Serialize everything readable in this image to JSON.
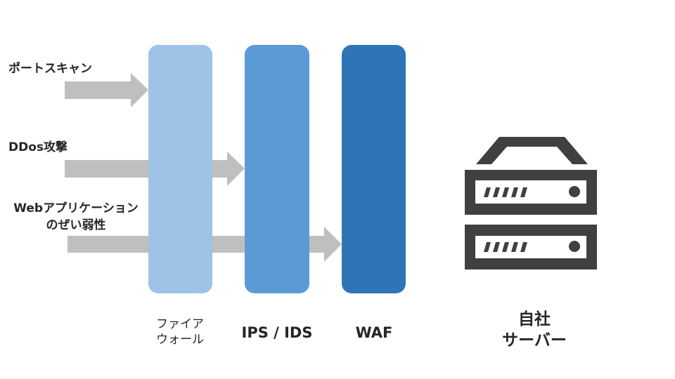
{
  "attacks": [
    {
      "label": "ポートスキャン",
      "blocked_by": "ファイアウォール"
    },
    {
      "label": "DDos攻撃",
      "blocked_by": "IPS / IDS"
    },
    {
      "label_lines": [
        "Webアプリケーション",
        "のぜい弱性"
      ],
      "blocked_by": "WAF"
    }
  ],
  "layers": [
    {
      "id": "firewall",
      "label_lines": [
        "ファイア",
        "ウォール"
      ],
      "color": "#9dc3e6"
    },
    {
      "id": "ips-ids",
      "label": "IPS / IDS",
      "color": "#5b9bd5"
    },
    {
      "id": "waf",
      "label": "WAF",
      "color": "#2e75b6"
    }
  ],
  "server": {
    "label_lines": [
      "自社",
      "サーバー"
    ],
    "icon": "server-rack-icon",
    "color": "#404040"
  },
  "arrow_color": "#bfbfbf"
}
